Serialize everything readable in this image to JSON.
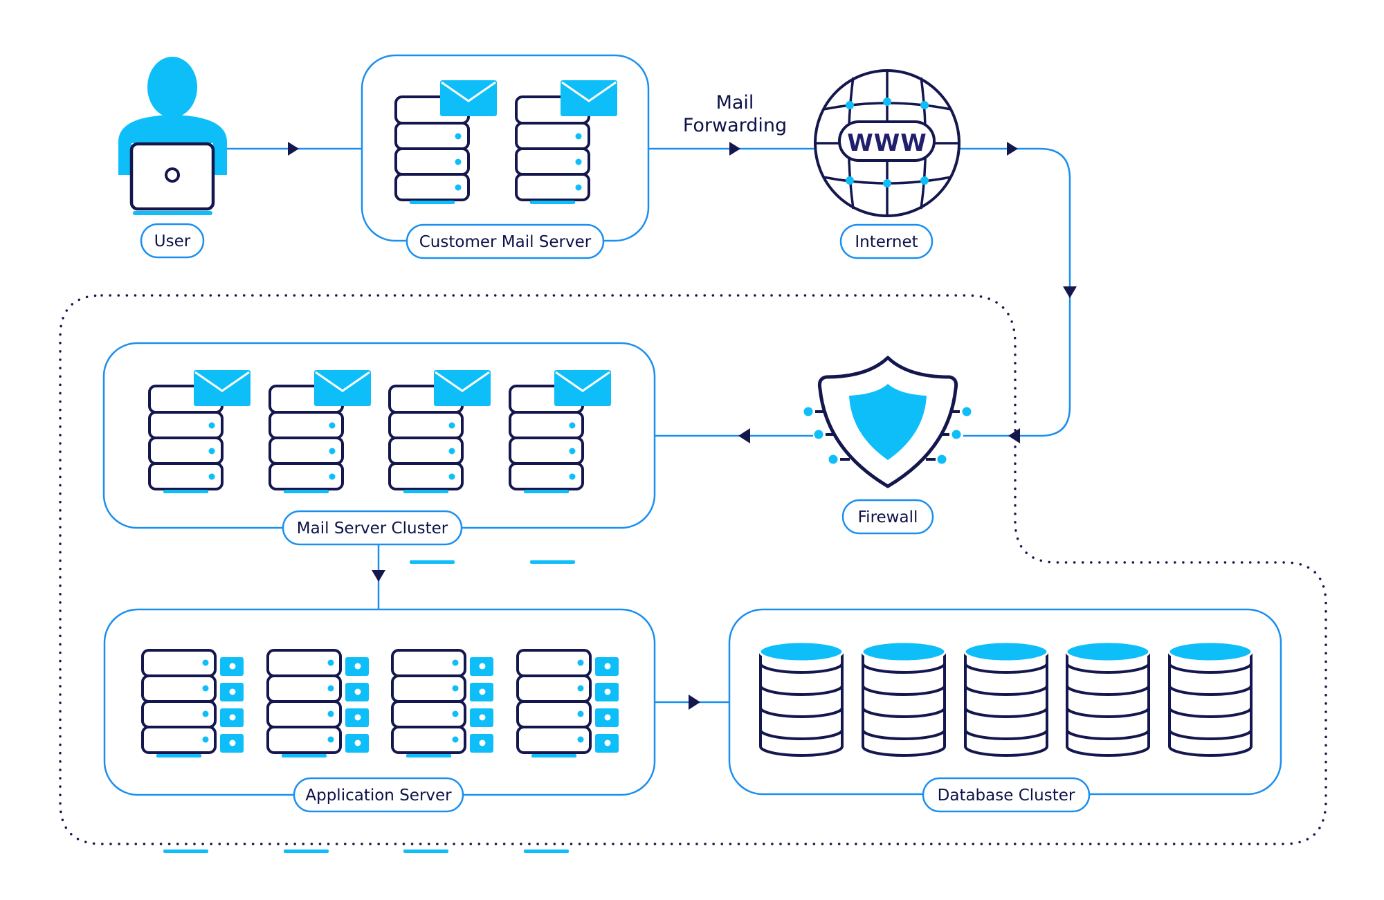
{
  "diagram": {
    "title": "Mail Server Architecture",
    "colors": {
      "accent": "#0ebef9",
      "line": "#1a8ff0",
      "outline": "#14164e",
      "arrow": "#14164e",
      "text": "#0d1146"
    },
    "nodes": {
      "user": {
        "label": "User",
        "icon": "user-laptop-icon"
      },
      "customer_mail_server": {
        "label": "Customer Mail Server",
        "icon": "mail-server-icon",
        "server_count": 2
      },
      "internet": {
        "label": "Internet",
        "icon": "globe-www-icon",
        "globe_text": "WWW"
      },
      "firewall": {
        "label": "Firewall",
        "icon": "shield-icon"
      },
      "mail_server_cluster": {
        "label": "Mail Server Cluster",
        "icon": "mail-server-icon",
        "server_count": 4
      },
      "application_server": {
        "label": "Application Server",
        "icon": "app-server-icon",
        "server_count": 4
      },
      "database_cluster": {
        "label": "Database Cluster",
        "icon": "database-icon",
        "db_count": 5
      }
    },
    "edges": [
      {
        "from": "User",
        "to": "Customer Mail Server",
        "label": ""
      },
      {
        "from": "Customer Mail Server",
        "to": "Internet",
        "label_line1": "Mail",
        "label_line2": "Forwarding"
      },
      {
        "from": "Internet",
        "to": "Firewall",
        "label": ""
      },
      {
        "from": "Firewall",
        "to": "Mail Server Cluster",
        "label": ""
      },
      {
        "from": "Mail Server Cluster",
        "to": "Application Server",
        "label": ""
      },
      {
        "from": "Application Server",
        "to": "Database Cluster",
        "label": ""
      }
    ],
    "boundary": {
      "style": "dotted",
      "encloses": [
        "Firewall",
        "Mail Server Cluster",
        "Application Server",
        "Database Cluster"
      ]
    }
  }
}
